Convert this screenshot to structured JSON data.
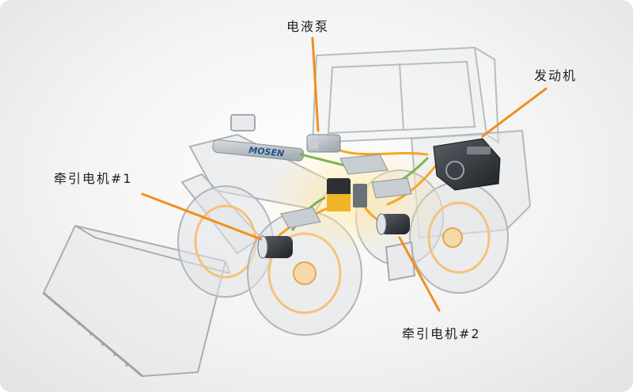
{
  "labels": {
    "pump": "电液泵",
    "engine": "发动机",
    "motor1": "牵引电机#1",
    "motor2": "牵引电机#2"
  },
  "brand": "MOSEN",
  "colors": {
    "leader": "#f0901e",
    "cable_orange": "#f5a623",
    "cable_green": "#7ab648",
    "glow": "#ffd27a"
  }
}
